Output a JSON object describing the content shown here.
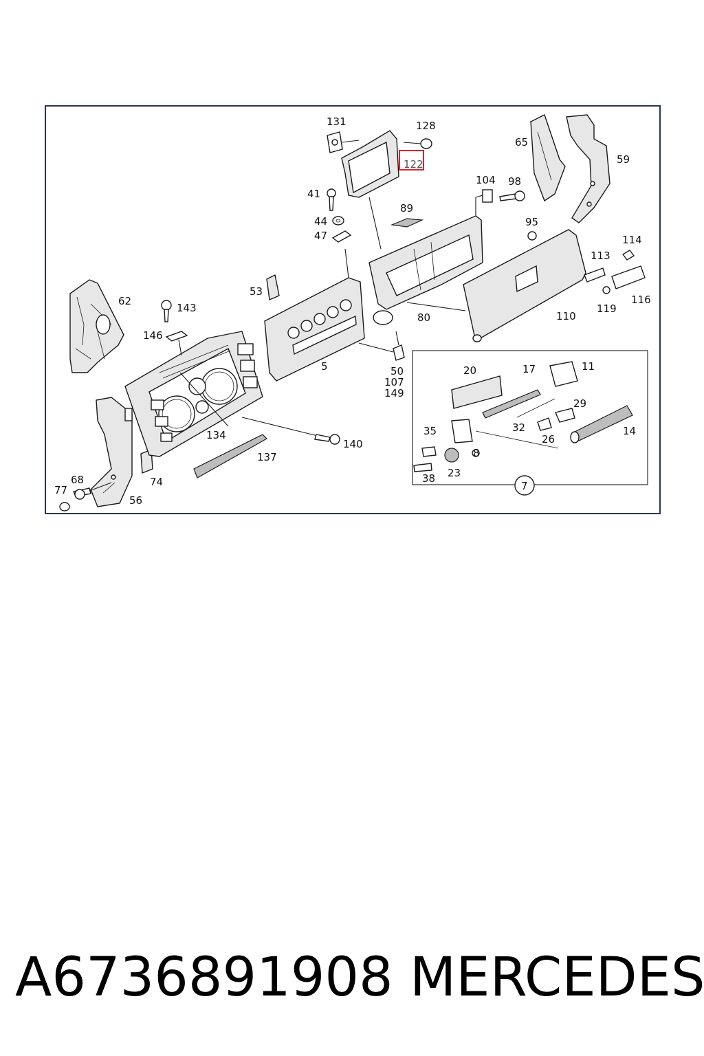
{
  "diagram": {
    "labels": {
      "p131": "131",
      "p128": "128",
      "p122": "122",
      "p65": "65",
      "p59": "59",
      "p41": "41",
      "p44": "44",
      "p47": "47",
      "p104": "104",
      "p98": "98",
      "p89": "89",
      "p95": "95",
      "p114": "114",
      "p113": "113",
      "p116": "116",
      "p119": "119",
      "p110": "110",
      "p80": "80",
      "p53": "53",
      "p62": "62",
      "p143": "143",
      "p146": "146",
      "p5": "5",
      "p50": "50",
      "p107": "107",
      "p149": "149",
      "p20": "20",
      "p17": "17",
      "p11": "11",
      "p29": "29",
      "p32": "32",
      "p26": "26",
      "p14": "14",
      "p35": "35",
      "p8": "8",
      "p23": "23",
      "p38": "38",
      "p7": "7",
      "p134": "134",
      "p140": "140",
      "p137": "137",
      "p68": "68",
      "p77": "77",
      "p74": "74",
      "p56": "56"
    },
    "highlighted_part": "122",
    "highlight_color": "#e0202a"
  },
  "footer": {
    "part_number": "A6736891908",
    "brand": "MERCEDES"
  }
}
